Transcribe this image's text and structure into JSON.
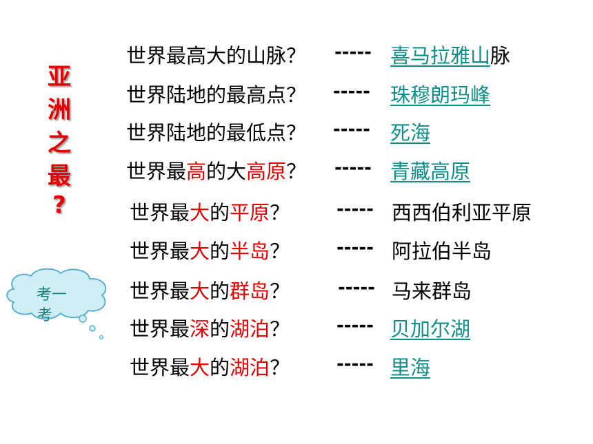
{
  "title_chars": [
    "亚",
    "洲",
    "之",
    "最",
    "?"
  ],
  "cloud_text_line1": "考一",
  "cloud_text_line2": "考",
  "dash": "-----",
  "rows": [
    {
      "parts": [
        {
          "t": "世界最高大的山脉？",
          "red": false
        }
      ],
      "answer_link": "喜马拉雅山",
      "answer_tail": "脉",
      "answer_style": "link"
    },
    {
      "parts": [
        {
          "t": "世界陆地的最高点？",
          "red": false
        }
      ],
      "answer_link": "珠穆朗玛峰",
      "answer_tail": "",
      "answer_style": "link"
    },
    {
      "parts": [
        {
          "t": "世界陆地的最低点？",
          "red": false
        }
      ],
      "answer_link": "死海",
      "answer_tail": "",
      "answer_style": "link"
    },
    {
      "parts": [
        {
          "t": "世界最",
          "red": false
        },
        {
          "t": "高",
          "red": true
        },
        {
          "t": "的大",
          "red": false
        },
        {
          "t": "高原",
          "red": true
        },
        {
          "t": "？",
          "red": false
        }
      ],
      "answer_link": "青藏高原",
      "answer_tail": "",
      "answer_style": "link"
    },
    {
      "parts": [
        {
          "t": "世界最",
          "red": false
        },
        {
          "t": "大",
          "red": true
        },
        {
          "t": "的",
          "red": false
        },
        {
          "t": "平原",
          "red": true
        },
        {
          "t": "？",
          "red": false
        }
      ],
      "answer_link": "西西伯利亚平原",
      "answer_tail": "",
      "answer_style": "plain"
    },
    {
      "parts": [
        {
          "t": "世界最",
          "red": false
        },
        {
          "t": "大",
          "red": true
        },
        {
          "t": "的",
          "red": false
        },
        {
          "t": "半岛",
          "red": true
        },
        {
          "t": "？",
          "red": false
        }
      ],
      "answer_link": "阿拉伯半岛",
      "answer_tail": "",
      "answer_style": "plain"
    },
    {
      "parts": [
        {
          "t": "世界最",
          "red": false
        },
        {
          "t": "大",
          "red": true
        },
        {
          "t": "的",
          "red": false
        },
        {
          "t": "群岛",
          "red": true
        },
        {
          "t": "？",
          "red": false
        }
      ],
      "answer_link": "马来群岛",
      "answer_tail": "",
      "answer_style": "plain"
    },
    {
      "parts": [
        {
          "t": "世界最",
          "red": false
        },
        {
          "t": "深",
          "red": true
        },
        {
          "t": "的",
          "red": false
        },
        {
          "t": "湖泊",
          "red": true
        },
        {
          "t": "？",
          "red": false
        }
      ],
      "answer_link": "贝加尔湖",
      "answer_tail": "",
      "answer_style": "link"
    },
    {
      "parts": [
        {
          "t": "世界最",
          "red": false
        },
        {
          "t": "大",
          "red": true
        },
        {
          "t": "的",
          "red": false
        },
        {
          "t": "湖泊",
          "red": true
        },
        {
          "t": "？",
          "red": false
        }
      ],
      "answer_link": "里海",
      "answer_tail": "",
      "answer_style": "link"
    }
  ],
  "colors": {
    "title_red": "#e60000",
    "link_teal": "#0f8f8a",
    "cloud_fill": "#cfeef5",
    "cloud_stroke": "#5aaed0"
  }
}
